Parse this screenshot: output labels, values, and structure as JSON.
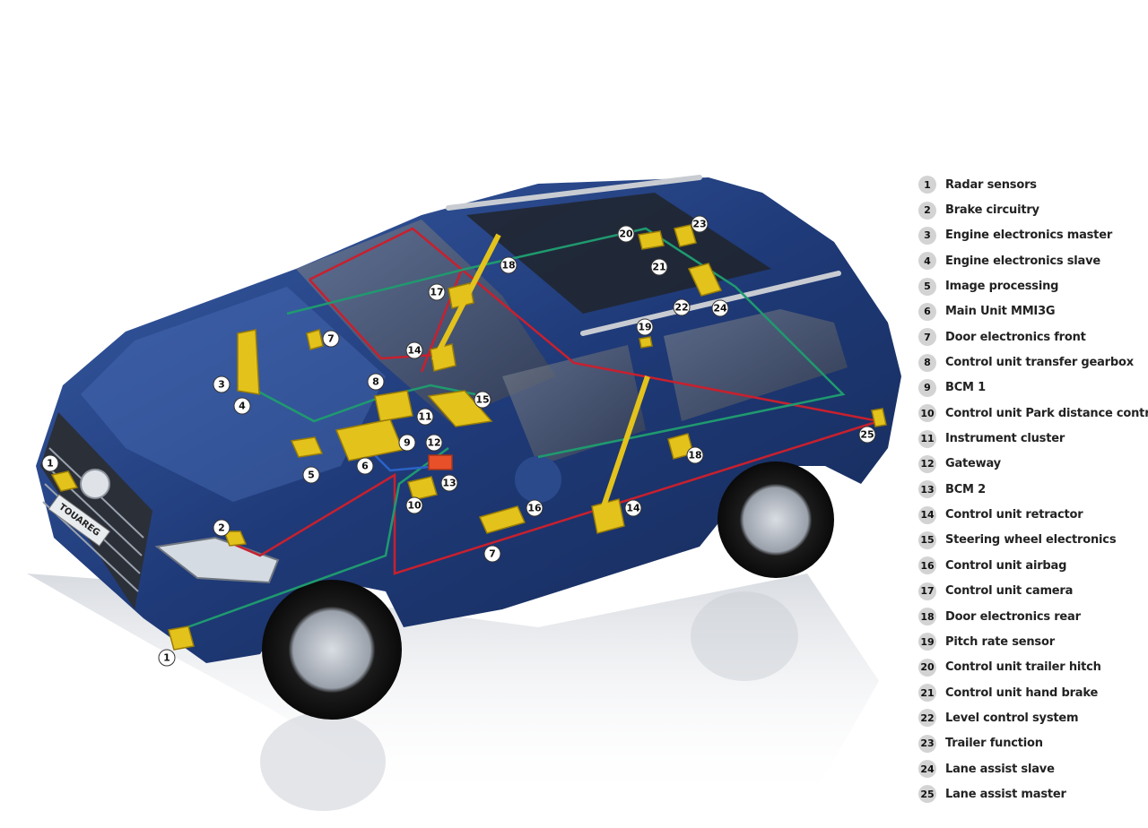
{
  "colors": {
    "body_paint": "#1f3a78",
    "component": "#e3c21c",
    "can_bus_red": "#c8202e",
    "can_bus_green": "#1f9a6f",
    "can_bus_blue": "#2b63c8",
    "gateway": "#e8502a",
    "badge": "#d3d3d3"
  },
  "vehicle": {
    "grille_badge_text": "TOUAREG"
  },
  "legend": [
    {
      "number": "1",
      "label": "Radar sensors"
    },
    {
      "number": "2",
      "label": "Brake circuitry"
    },
    {
      "number": "3",
      "label": "Engine electronics master"
    },
    {
      "number": "4",
      "label": "Engine electronics slave"
    },
    {
      "number": "5",
      "label": "Image processing"
    },
    {
      "number": "6",
      "label": "Main Unit MMI3G"
    },
    {
      "number": "7",
      "label": "Door electronics front"
    },
    {
      "number": "8",
      "label": "Control unit transfer gearbox"
    },
    {
      "number": "9",
      "label": "BCM 1"
    },
    {
      "number": "10",
      "label": "Control unit Park distance control"
    },
    {
      "number": "11",
      "label": "Instrument cluster"
    },
    {
      "number": "12",
      "label": "Gateway"
    },
    {
      "number": "13",
      "label": "BCM 2"
    },
    {
      "number": "14",
      "label": "Control unit retractor"
    },
    {
      "number": "15",
      "label": "Steering wheel electronics"
    },
    {
      "number": "16",
      "label": "Control unit airbag"
    },
    {
      "number": "17",
      "label": "Control unit camera"
    },
    {
      "number": "18",
      "label": "Door electronics rear"
    },
    {
      "number": "19",
      "label": "Pitch rate sensor"
    },
    {
      "number": "20",
      "label": "Control unit trailer hitch"
    },
    {
      "number": "21",
      "label": "Control unit hand brake"
    },
    {
      "number": "22",
      "label": "Level control system"
    },
    {
      "number": "23",
      "label": "Trailer function"
    },
    {
      "number": "24",
      "label": "Lane assist slave"
    },
    {
      "number": "25",
      "label": "Lane assist master"
    }
  ],
  "callouts": [
    {
      "number": "1"
    },
    {
      "number": "1"
    },
    {
      "number": "2"
    },
    {
      "number": "3"
    },
    {
      "number": "4"
    },
    {
      "number": "5"
    },
    {
      "number": "6"
    },
    {
      "number": "7"
    },
    {
      "number": "7"
    },
    {
      "number": "8"
    },
    {
      "number": "9"
    },
    {
      "number": "10"
    },
    {
      "number": "11"
    },
    {
      "number": "12"
    },
    {
      "number": "13"
    },
    {
      "number": "14"
    },
    {
      "number": "14"
    },
    {
      "number": "15"
    },
    {
      "number": "16"
    },
    {
      "number": "17"
    },
    {
      "number": "18"
    },
    {
      "number": "18"
    },
    {
      "number": "19"
    },
    {
      "number": "20"
    },
    {
      "number": "21"
    },
    {
      "number": "22"
    },
    {
      "number": "23"
    },
    {
      "number": "24"
    },
    {
      "number": "25"
    }
  ]
}
